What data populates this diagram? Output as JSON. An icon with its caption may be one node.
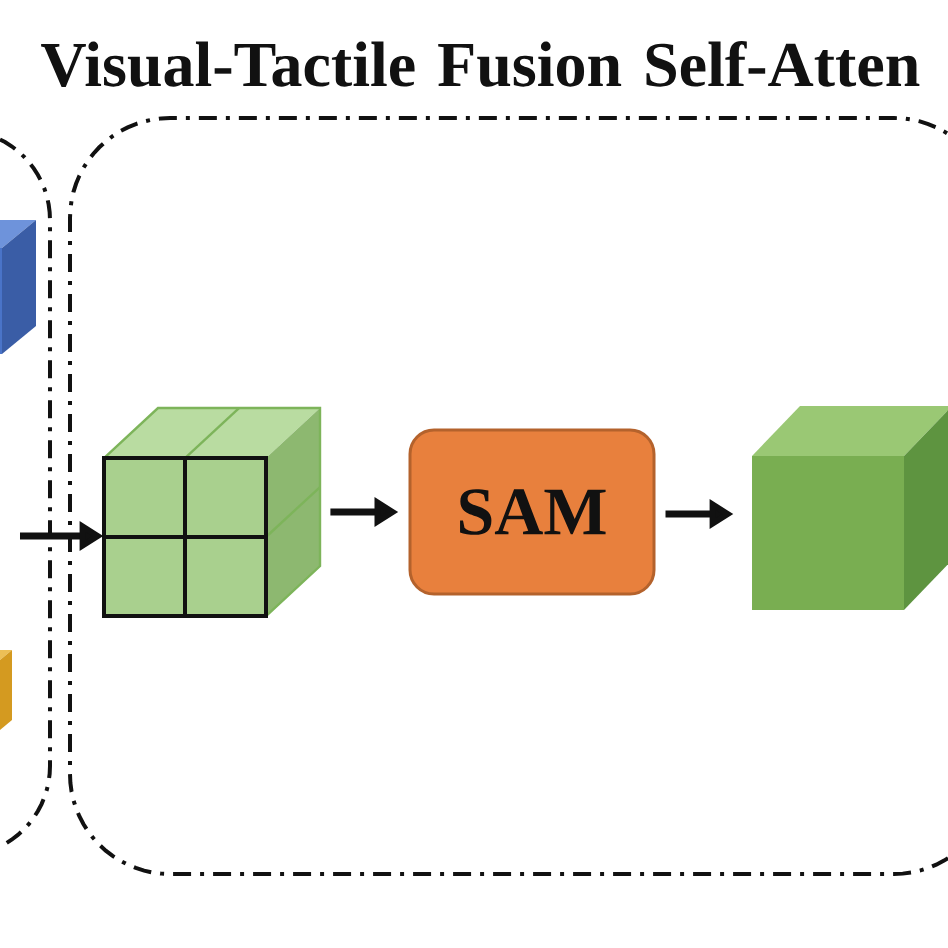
{
  "diagram": {
    "nodes": [
      {
        "text": [],
        "shape": "box"
      },
      {
        "text": [],
        "shape": "cube",
        "in": 0
      },
      {
        "text": [],
        "shape": "cube",
        "in": 0
      },
      {
        "text": [
          "Visual-Tactile Fusion Self-Atten"
        ]
      },
      {
        "text": [],
        "shape": "cube",
        "in": 3
      },
      {
        "text": [
          "SAM"
        ],
        "in": 3
      },
      {
        "text": [],
        "shape": "cube",
        "in": 3
      }
    ],
    "edges": [
      {
        "from": 0,
        "to": 4,
        "arrow": "to"
      },
      {
        "from": 4,
        "to": 5,
        "arrow": "to"
      },
      {
        "from": 5,
        "to": 6,
        "arrow": "to"
      }
    ]
  }
}
